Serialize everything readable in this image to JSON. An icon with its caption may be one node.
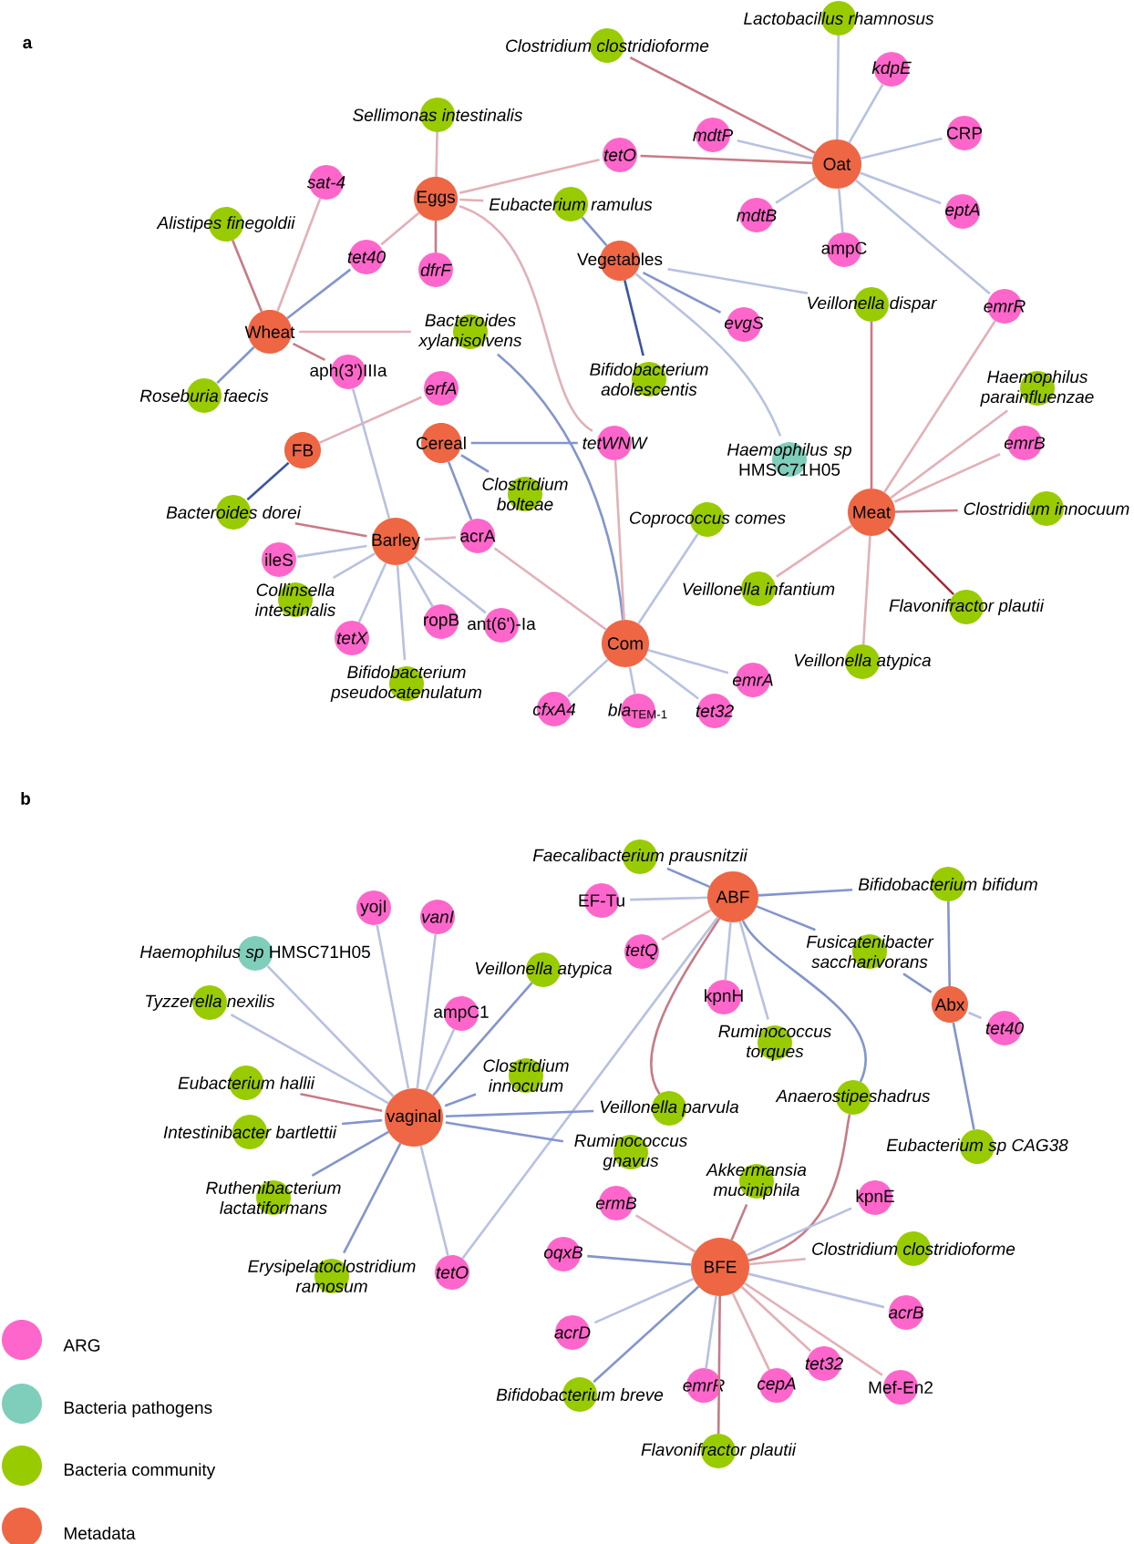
{
  "diagram": {
    "nodes": [
      {
        "text": [
          "Lactobacillus rhamnosus"
        ]
      },
      {
        "text": [
          "Clostridium clostridioforme"
        ]
      },
      {
        "text": [
          "kdpE"
        ]
      },
      {
        "text": [
          "Sellimonas intestinalis"
        ]
      },
      {
        "text": [
          "CRP"
        ]
      },
      {
        "text": [
          "mdtP"
        ]
      },
      {
        "text": [
          "tetO"
        ]
      },
      {
        "text": [
          "Oat"
        ]
      },
      {
        "text": [
          "sat-4"
        ]
      },
      {
        "text": [
          "Eggs"
        ]
      },
      {
        "text": [
          "Eubacterium ramulus"
        ]
      },
      {
        "text": [
          "eptA"
        ]
      },
      {
        "text": [
          "mdtB"
        ]
      },
      {
        "text": [
          "Alistipes finegoldii"
        ]
      },
      {
        "text": [
          "ampC"
        ]
      },
      {
        "text": [
          "tet40"
        ]
      },
      {
        "text": [
          "Vegetables"
        ]
      },
      {
        "text": [
          "dfrF"
        ]
      },
      {
        "text": [
          "Veillonella dispar"
        ]
      },
      {
        "text": [
          "emrR"
        ]
      },
      {
        "text": [
          "evgS"
        ]
      },
      {
        "text": [
          "Wheat"
        ]
      },
      {
        "text": [
          "Bacteroides xylanisolvens"
        ]
      },
      {
        "text": [
          "aph(3')IIIa"
        ]
      },
      {
        "text": [
          "Bifidobacterium adolescentis"
        ]
      },
      {
        "text": [
          "erfA"
        ]
      },
      {
        "text": [
          "Roseburia faecis"
        ]
      },
      {
        "text": [
          "Haemophilus parainfluenzae"
        ]
      },
      {
        "text": [
          "Cereal"
        ]
      },
      {
        "text": [
          "tetWNW"
        ]
      },
      {
        "text": [
          "emrB"
        ]
      },
      {
        "text": [
          "FB"
        ]
      },
      {
        "text": [
          "*Haemophilus sp* HMSC71H05"
        ]
      },
      {
        "text": [
          "Clostridium bolteae"
        ]
      },
      {
        "text": [
          "Clostridium innocuum"
        ]
      },
      {
        "text": [
          "Bacteroides dorei"
        ]
      },
      {
        "text": [
          "Meat"
        ]
      },
      {
        "text": [
          "Coprococcus comes"
        ]
      },
      {
        "text": [
          "acrA"
        ]
      },
      {
        "text": [
          "Barley"
        ]
      },
      {
        "text": [
          "ileS"
        ]
      },
      {
        "text": [
          "Veillonella infantium"
        ]
      },
      {
        "text": [
          "Collinsella intestinalis"
        ]
      },
      {
        "text": [
          "Flavonifractor plautii"
        ]
      },
      {
        "text": [
          "ropB"
        ]
      },
      {
        "text": [
          "ant(6')-Ia"
        ]
      },
      {
        "text": [
          "tetX"
        ]
      },
      {
        "text": [
          "Com"
        ]
      },
      {
        "text": [
          "Veillonella atypica"
        ]
      },
      {
        "text": [
          "emrA"
        ]
      },
      {
        "text": [
          "Bifidobacterium pseudocatenulatum"
        ]
      },
      {
        "text": [
          "cfxA4"
        ]
      },
      {
        "text": [
          "*bla*$_{TEM-1}$"
        ]
      },
      {
        "text": [
          "tet32"
        ]
      },
      {
        "text": [
          "Faecalibacterium prausnitzii"
        ]
      },
      {
        "text": [
          "Bifidobacterium bifidum"
        ]
      },
      {
        "text": [
          "ABF"
        ]
      },
      {
        "text": [
          "EF-Tu"
        ]
      },
      {
        "text": [
          "yojI"
        ]
      },
      {
        "text": [
          "vanI"
        ]
      },
      {
        "text": [
          "*Haemophilus sp* HMSC71H05"
        ]
      },
      {
        "text": [
          "Fusicatenibacter saccharivorans"
        ]
      },
      {
        "text": [
          "tetQ"
        ]
      },
      {
        "text": [
          "Veillonella atypica"
        ]
      },
      {
        "text": [
          "kpnH"
        ]
      },
      {
        "text": [
          "Tyzzerella nexilis"
        ]
      },
      {
        "text": [
          "Abx"
        ]
      },
      {
        "text": [
          "ampC1"
        ]
      },
      {
        "text": [
          "tet40"
        ]
      },
      {
        "text": [
          "Ruminococcus torques"
        ]
      },
      {
        "text": [
          "Eubacterium hallii"
        ]
      },
      {
        "text": [
          "Clostridium innocuum"
        ]
      },
      {
        "text": [
          "Anaerostipeshadrus"
        ]
      },
      {
        "text": [
          "Veillonella parvula"
        ]
      },
      {
        "text": [
          "vaginal"
        ]
      },
      {
        "text": [
          "Intestinibacter bartlettii"
        ]
      },
      {
        "text": [
          "Eubacterium sp CAG38"
        ]
      },
      {
        "text": [
          "Ruminococcus gnavus"
        ]
      },
      {
        "text": [
          "Akkermansia muciniphila"
        ]
      },
      {
        "text": [
          "ermB"
        ]
      },
      {
        "text": [
          "Erysipelatoclostridium ramosum"
        ]
      },
      {
        "text": [
          "Ruthenibacterium lactatiformans"
        ]
      },
      {
        "text": [
          "kpnE"
        ]
      },
      {
        "text": [
          "Clostridium clostridioforme"
        ]
      },
      {
        "text": [
          "oqxB"
        ]
      },
      {
        "text": [
          "BFE"
        ]
      },
      {
        "text": [
          "tetO"
        ]
      },
      {
        "text": [
          "acrB"
        ]
      },
      {
        "text": [
          "acrD"
        ]
      },
      {
        "text": [
          "tet32"
        ]
      },
      {
        "text": [
          "emrR"
        ]
      },
      {
        "text": [
          "cepA"
        ]
      },
      {
        "text": [
          "Mef-En2"
        ]
      },
      {
        "text": [
          "Bifidobacterium breve"
        ]
      },
      {
        "text": [
          "Flavonifractor plautii"
        ]
      }
    ],
    "edges": [
      {
        "from": 9,
        "to": 3,
        "arrow": "none",
        "color": "#e2b0b6"
      },
      {
        "from": 9,
        "to": 17,
        "arrow": "none",
        "color": "#c97a84"
      },
      {
        "from": 9,
        "to": 15,
        "arrow": "none",
        "color": "#e2b0b6"
      },
      {
        "from": 9,
        "to": 10,
        "arrow": "none",
        "color": "#e2b0b6"
      },
      {
        "from": 9,
        "to": 6,
        "arrow": "none",
        "color": "#e2b0b6"
      },
      {
        "from": 9,
        "to": 29,
        "arrow": "none",
        "color": "#e2b0b6"
      },
      {
        "from": 21,
        "to": 13,
        "arrow": "none",
        "color": "#c97a84"
      },
      {
        "from": 21,
        "to": 8,
        "arrow": "none",
        "color": "#e2b0b6"
      },
      {
        "from": 21,
        "to": 15,
        "arrow": "none",
        "color": "#8395cf"
      },
      {
        "from": 21,
        "to": 22,
        "arrow": "none",
        "color": "#e2b0b6"
      },
      {
        "from": 21,
        "to": 23,
        "arrow": "none",
        "color": "#c97a84"
      },
      {
        "from": 21,
        "to": 26,
        "arrow": "none",
        "color": "#8395cf"
      },
      {
        "from": 22,
        "to": 47,
        "arrow": "none",
        "color": "#8395cf"
      },
      {
        "from": 7,
        "to": 1,
        "arrow": "none",
        "color": "#c97a84"
      },
      {
        "from": 7,
        "to": 0,
        "arrow": "none"
      },
      {
        "from": 7,
        "to": 2,
        "arrow": "none"
      },
      {
        "from": 7,
        "to": 4,
        "arrow": "none"
      },
      {
        "from": 7,
        "to": 5,
        "arrow": "none"
      },
      {
        "from": 7,
        "to": 6,
        "arrow": "none",
        "color": "#c97a84"
      },
      {
        "from": 7,
        "to": 12,
        "arrow": "none"
      },
      {
        "from": 7,
        "to": 14,
        "arrow": "none"
      },
      {
        "from": 7,
        "to": 11,
        "arrow": "none"
      },
      {
        "from": 7,
        "to": 19,
        "arrow": "none"
      },
      {
        "from": 16,
        "to": 10,
        "arrow": "none",
        "color": "#8395cf"
      },
      {
        "from": 16,
        "to": 18,
        "arrow": "none"
      },
      {
        "from": 16,
        "to": 20,
        "arrow": "none",
        "color": "#8395cf"
      },
      {
        "from": 16,
        "to": 24,
        "arrow": "none",
        "color": "#3b55a6"
      },
      {
        "from": 16,
        "to": 32,
        "arrow": "none"
      },
      {
        "from": 36,
        "to": 19,
        "arrow": "none",
        "color": "#e2b0b6"
      },
      {
        "from": 36,
        "to": 18,
        "arrow": "none",
        "color": "#c97a84"
      },
      {
        "from": 36,
        "to": 27,
        "arrow": "none",
        "color": "#e2b0b6"
      },
      {
        "from": 36,
        "to": 30,
        "arrow": "none",
        "color": "#e2b0b6"
      },
      {
        "from": 36,
        "to": 34,
        "arrow": "none",
        "color": "#c97a84"
      },
      {
        "from": 36,
        "to": 43,
        "arrow": "none",
        "color": "#a82a36"
      },
      {
        "from": 36,
        "to": 41,
        "arrow": "none",
        "color": "#e2b0b6"
      },
      {
        "from": 36,
        "to": 48,
        "arrow": "none",
        "color": "#e2b0b6"
      },
      {
        "from": 31,
        "to": 25,
        "arrow": "none",
        "color": "#e2b0b6"
      },
      {
        "from": 31,
        "to": 35,
        "arrow": "none",
        "color": "#3b55a6"
      },
      {
        "from": 39,
        "to": 35,
        "arrow": "none",
        "color": "#c97a84"
      },
      {
        "from": 39,
        "to": 40,
        "arrow": "none"
      },
      {
        "from": 39,
        "to": 42,
        "arrow": "none"
      },
      {
        "from": 39,
        "to": 46,
        "arrow": "none"
      },
      {
        "from": 39,
        "to": 50,
        "arrow": "none"
      },
      {
        "from": 39,
        "to": 44,
        "arrow": "none"
      },
      {
        "from": 39,
        "to": 45,
        "arrow": "none"
      },
      {
        "from": 39,
        "to": 38,
        "arrow": "none",
        "color": "#e2b0b6"
      },
      {
        "from": 39,
        "to": 23,
        "arrow": "none"
      },
      {
        "from": 28,
        "to": 33,
        "arrow": "none",
        "color": "#8395cf"
      },
      {
        "from": 28,
        "to": 38,
        "arrow": "none",
        "color": "#8395cf"
      },
      {
        "from": 28,
        "to": 29,
        "arrow": "none",
        "color": "#8395cf"
      },
      {
        "from": 38,
        "to": 47,
        "arrow": "none",
        "color": "#e2b0b6"
      },
      {
        "from": 29,
        "to": 47,
        "arrow": "none",
        "color": "#e2b0b6"
      },
      {
        "from": 47,
        "to": 37,
        "arrow": "none"
      },
      {
        "from": 47,
        "to": 49,
        "arrow": "none"
      },
      {
        "from": 47,
        "to": 53,
        "arrow": "none"
      },
      {
        "from": 47,
        "to": 52,
        "arrow": "none"
      },
      {
        "from": 47,
        "to": 51,
        "arrow": "none"
      },
      {
        "from": 56,
        "to": 54,
        "arrow": "none",
        "color": "#8395cf"
      },
      {
        "from": 56,
        "to": 55,
        "arrow": "none",
        "color": "#8395cf"
      },
      {
        "from": 56,
        "to": 57,
        "arrow": "none"
      },
      {
        "from": 56,
        "to": 62,
        "arrow": "none",
        "color": "#e2b0b6"
      },
      {
        "from": 56,
        "to": 64,
        "arrow": "none"
      },
      {
        "from": 56,
        "to": 69,
        "arrow": "none"
      },
      {
        "from": 56,
        "to": 72,
        "arrow": "none",
        "color": "#8395cf"
      },
      {
        "from": 56,
        "to": 61,
        "arrow": "none",
        "color": "#8395cf"
      },
      {
        "from": 56,
        "to": 73,
        "arrow": "none",
        "color": "#c97a84"
      },
      {
        "from": 56,
        "to": 86,
        "arrow": "none"
      },
      {
        "from": 66,
        "to": 55,
        "arrow": "none",
        "color": "#8395cf"
      },
      {
        "from": 66,
        "to": 61,
        "arrow": "none",
        "color": "#8395cf"
      },
      {
        "from": 66,
        "to": 68,
        "arrow": "none"
      },
      {
        "from": 66,
        "to": 76,
        "arrow": "none",
        "color": "#8395cf"
      },
      {
        "from": 74,
        "to": 60,
        "arrow": "none"
      },
      {
        "from": 74,
        "to": 58,
        "arrow": "none"
      },
      {
        "from": 74,
        "to": 59,
        "arrow": "none"
      },
      {
        "from": 74,
        "to": 65,
        "arrow": "none"
      },
      {
        "from": 74,
        "to": 67,
        "arrow": "none"
      },
      {
        "from": 74,
        "to": 63,
        "arrow": "none",
        "color": "#8395cf"
      },
      {
        "from": 74,
        "to": 70,
        "arrow": "none",
        "color": "#c97a84"
      },
      {
        "from": 74,
        "to": 71,
        "arrow": "none",
        "color": "#8395cf"
      },
      {
        "from": 74,
        "to": 73,
        "arrow": "none",
        "color": "#8395cf"
      },
      {
        "from": 74,
        "to": 75,
        "arrow": "none",
        "color": "#8395cf"
      },
      {
        "from": 74,
        "to": 77,
        "arrow": "none",
        "color": "#8395cf"
      },
      {
        "from": 74,
        "to": 81,
        "arrow": "none",
        "color": "#8395cf"
      },
      {
        "from": 74,
        "to": 80,
        "arrow": "none",
        "color": "#8395cf"
      },
      {
        "from": 74,
        "to": 86,
        "arrow": "none"
      },
      {
        "from": 85,
        "to": 79,
        "arrow": "none",
        "color": "#e2b0b6"
      },
      {
        "from": 85,
        "to": 78,
        "arrow": "none",
        "color": "#c97a84"
      },
      {
        "from": 85,
        "to": 72,
        "arrow": "none",
        "color": "#c97a84"
      },
      {
        "from": 85,
        "to": 82,
        "arrow": "none"
      },
      {
        "from": 85,
        "to": 83,
        "arrow": "none",
        "color": "#e2b0b6"
      },
      {
        "from": 85,
        "to": 84,
        "arrow": "none",
        "color": "#8395cf"
      },
      {
        "from": 85,
        "to": 87,
        "arrow": "none"
      },
      {
        "from": 85,
        "to": 88,
        "arrow": "none"
      },
      {
        "from": 85,
        "to": 93,
        "arrow": "none",
        "color": "#8395cf"
      },
      {
        "from": 85,
        "to": 90,
        "arrow": "none"
      },
      {
        "from": 85,
        "to": 91,
        "arrow": "none",
        "color": "#e2b0b6"
      },
      {
        "from": 85,
        "to": 89,
        "arrow": "none",
        "color": "#e2b0b6"
      },
      {
        "from": 85,
        "to": 92,
        "arrow": "none",
        "color": "#e2b0b6"
      },
      {
        "from": 85,
        "to": 94,
        "arrow": "none",
        "color": "#c97a84"
      }
    ],
    "labels": [
      "a",
      "b"
    ],
    "legend": [
      {
        "text": "ARG",
        "color": "#ff66cc"
      },
      {
        "text": "Bacteria pathogens",
        "color": "#7fcdbb"
      },
      {
        "text": "Bacteria community",
        "color": "#99cc00"
      },
      {
        "text": "Metadata",
        "color": "#ee6644"
      }
    ]
  }
}
